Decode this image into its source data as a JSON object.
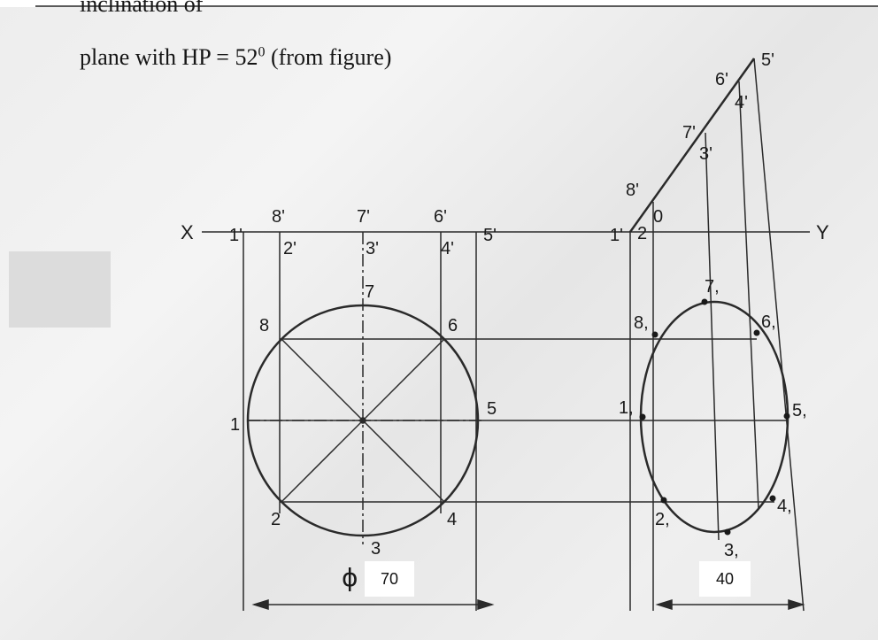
{
  "heading": {
    "line1": "inclination of",
    "line2_prefix": "plane with HP  =  52",
    "line2_sup": "0",
    "line2_suffix": "  (from figure)"
  },
  "axis": {
    "x_label": "X",
    "y_label": "Y"
  },
  "front_view_labels": [
    "1'",
    "8'",
    "2'",
    "7'",
    "3'",
    "6'",
    "4'",
    "5'"
  ],
  "top_view_labels": [
    "1",
    "2",
    "3",
    "4",
    "5",
    "6",
    "7",
    "8"
  ],
  "inclined_view_labels": [
    "1'",
    "2",
    "0",
    "8'",
    "7'",
    "3'",
    "6'",
    "4'",
    "5'"
  ],
  "auxiliary_view_labels": [
    "1,",
    "2,",
    "3,",
    "4,",
    "5,",
    "6,",
    "7,",
    "8,"
  ],
  "dimensions": {
    "diameter_symbol": "ϕ",
    "diameter": "70",
    "width": "40"
  }
}
